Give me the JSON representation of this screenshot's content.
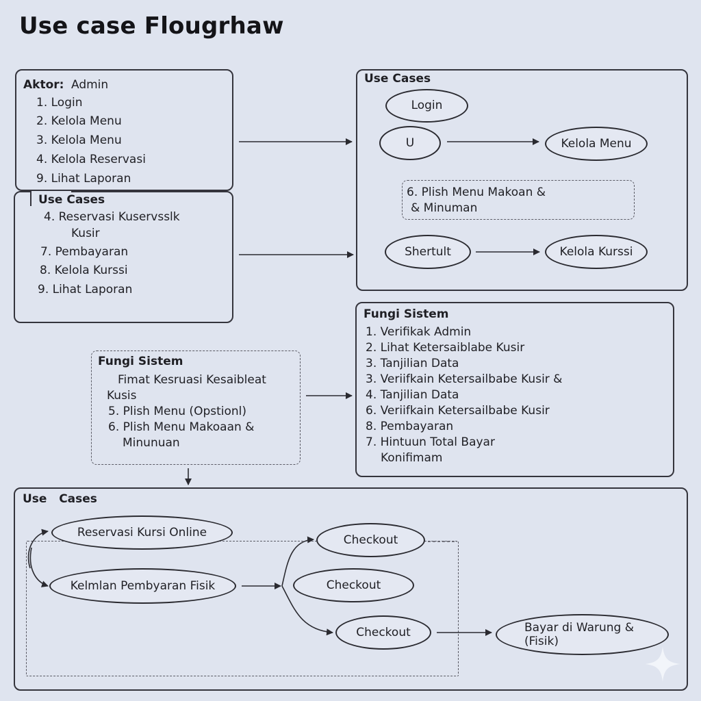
{
  "title": "Use case Flougrhaw",
  "actor_box": {
    "actor_label": "Aktor:",
    "actor_value": "Admin",
    "items": [
      "1. Login",
      "2. Kelola Menu",
      "3. Kelola Menu",
      "4. Kelola Reservasi",
      "9. Lihat Laporan"
    ]
  },
  "usecase_box_left": {
    "header": "Use Cases",
    "items": [
      "4. Reservasi Kuservsslk",
      "Kusir",
      "7. Pembayaran",
      "8. Kelola Kurssi",
      "9. Lihat Laporan"
    ]
  },
  "usecase_box_right": {
    "header": "Use Cases",
    "ovals": {
      "login": "Login",
      "u": "U",
      "kelola_menu": "Kelola Menu",
      "shertult": "Shertult",
      "kelola_kurssi": "Kelola Kurssi"
    },
    "note_line1": "6. Plish Menu Makoan &",
    "note_line2": "& Minuman"
  },
  "fungsi_left": {
    "header": "Fungi Sistem",
    "lines": [
      "Fimat Kesruasi Kesaibleat",
      "Kusis",
      "5. Plish Menu (Opstionl)",
      "6. Plish Menu Makoaan &",
      "Minunuan"
    ]
  },
  "fungsi_right": {
    "header": "Fungi Sistem",
    "lines": [
      "1. Verifikak Admin",
      "2. Lihat Ketersaiblabe Kusir",
      "3. Tanjilian Data",
      "3. Veriifkain Ketersailbabe Kusir &",
      "4. Tanjilian Data",
      "6. Veriifkain Ketersailbabe Kusir",
      "8. Pembayaran",
      "7. Hintuun Total Bayar",
      "Konifimam"
    ]
  },
  "bottom_usecases": {
    "header": "Use   Cases",
    "ovals": {
      "reservasi": "Reservasi Kursi Online",
      "kelmlan": "Kelmlan Pembyaran Fisik",
      "checkout1": "Checkout",
      "checkout2": "Checkout",
      "checkout3": "Checkout",
      "bayar_line1": "Bayar di Warung &",
      "bayar_line2": "(Fisik)"
    }
  },
  "colors": {
    "background": "#dfe4ef",
    "border": "#34343c",
    "text": "#1f1f24"
  }
}
